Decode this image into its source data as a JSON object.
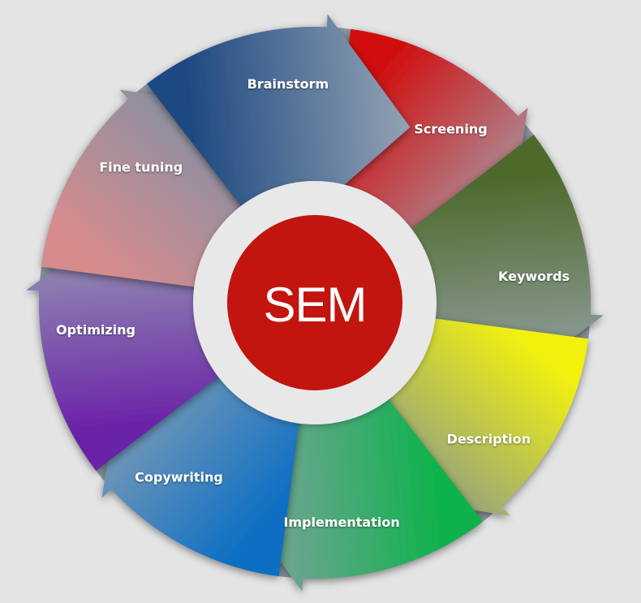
{
  "center": {
    "label": "SEM",
    "color": "#c2150f"
  },
  "steps": [
    {
      "label": "Brainstorm",
      "start_color": "#1f4a82",
      "end_color": "#93a2b3"
    },
    {
      "label": "Screening",
      "start_color": "#d10a0a",
      "end_color": "#a5a6b2"
    },
    {
      "label": "Keywords",
      "start_color": "#4e6a2c",
      "end_color": "#9aa7b0"
    },
    {
      "label": "Description",
      "start_color": "#f1f10f",
      "end_color": "#7f8f98"
    },
    {
      "label": "Implementation",
      "start_color": "#0fb24c",
      "end_color": "#8ea0aa"
    },
    {
      "label": "Copywriting",
      "start_color": "#0b6ec4",
      "end_color": "#8fa3b3"
    },
    {
      "label": "Optimizing",
      "start_color": "#6b22a8",
      "end_color": "#9aa6b4"
    },
    {
      "label": "Fine tuning",
      "start_color": "#d68c8c",
      "end_color": "#7590a9"
    }
  ]
}
